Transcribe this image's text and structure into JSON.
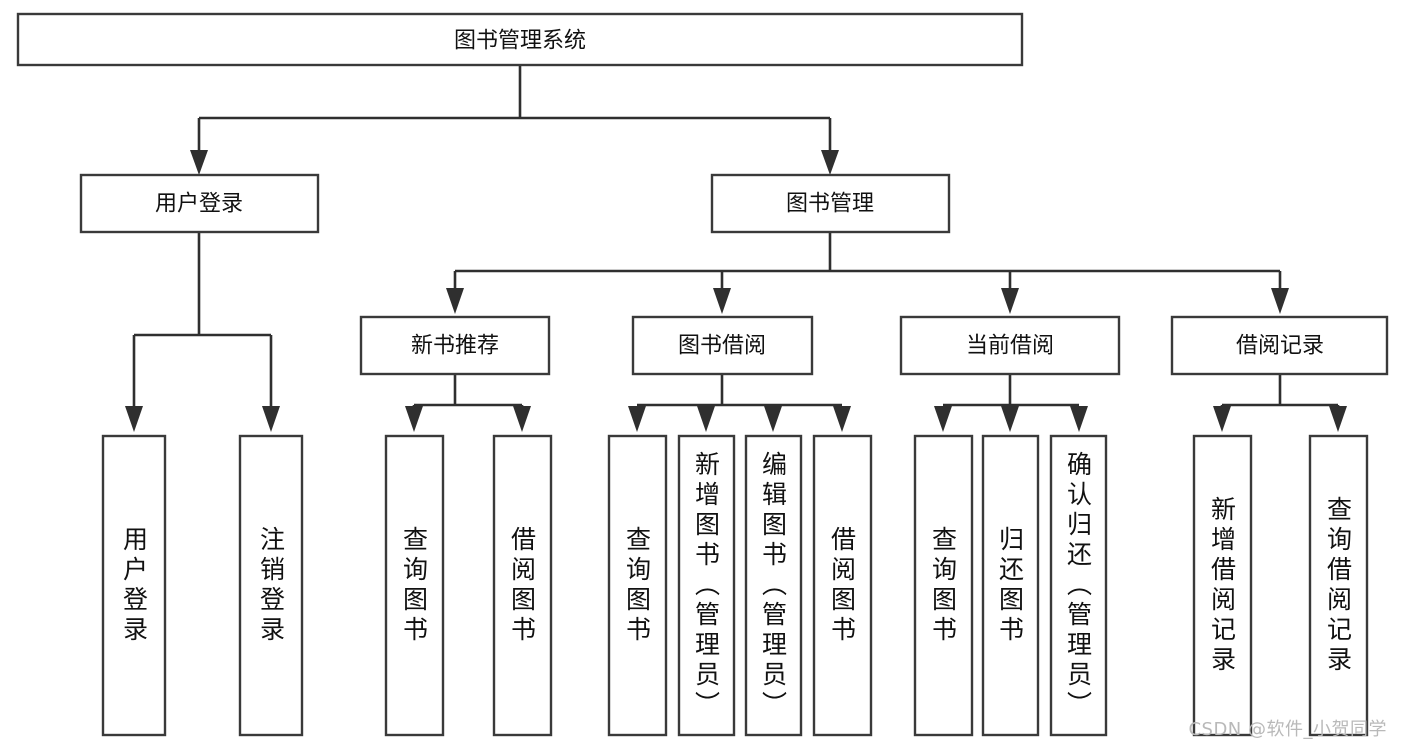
{
  "diagram": {
    "type": "tree",
    "title": "图书管理系统",
    "orientation": "top-down",
    "colors": {
      "box_fill": "#ffffff",
      "box_stroke": "#3a3a3a",
      "connector": "#2f2f2f",
      "text": "#111111",
      "watermark": "#b9b9b9",
      "background": "#ffffff"
    },
    "root": {
      "label": "图书管理系统"
    },
    "level2": [
      {
        "label": "用户登录"
      },
      {
        "label": "图书管理"
      }
    ],
    "level3": [
      {
        "label": "新书推荐"
      },
      {
        "label": "图书借阅"
      },
      {
        "label": "当前借阅"
      },
      {
        "label": "借阅记录"
      }
    ],
    "leaves": {
      "user_login": [
        {
          "label": "用户登录"
        },
        {
          "label": "注销登录"
        }
      ],
      "new_book_recommend": [
        {
          "label": "查询图书"
        },
        {
          "label": "借阅图书"
        }
      ],
      "book_borrow": [
        {
          "label": "查询图书"
        },
        {
          "label": "新增图书（管理员）"
        },
        {
          "label": "编辑图书（管理员）"
        },
        {
          "label": "借阅图书"
        }
      ],
      "current_borrow": [
        {
          "label": "查询图书"
        },
        {
          "label": "归还图书"
        },
        {
          "label": "确认归还（管理员）"
        }
      ],
      "borrow_record": [
        {
          "label": "新增借阅记录"
        },
        {
          "label": "查询借阅记录"
        }
      ]
    }
  },
  "watermark": {
    "text": "CSDN @软件_小贺同学"
  }
}
